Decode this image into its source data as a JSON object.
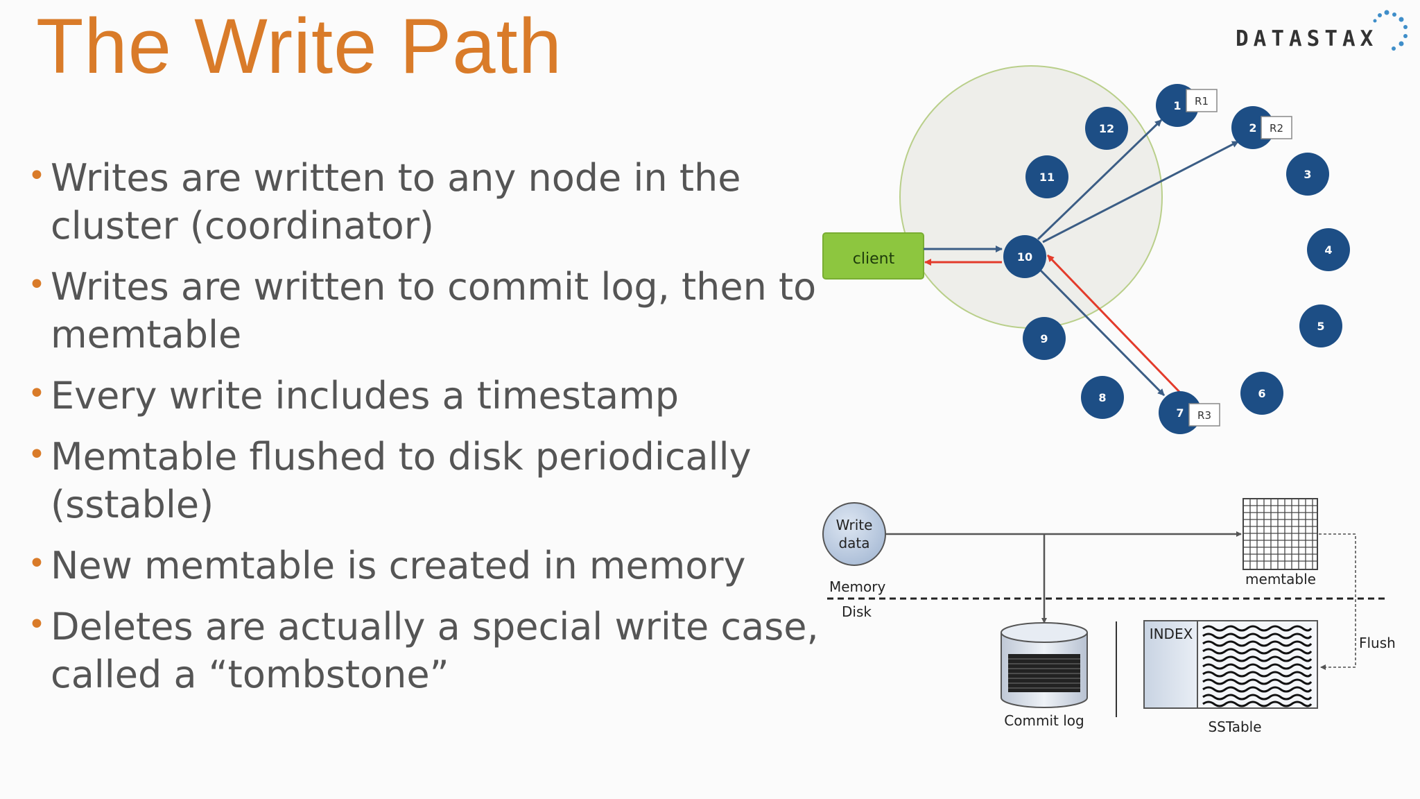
{
  "slide": {
    "title": "The Write Path",
    "bullets": [
      "Writes are written to any node in the cluster (coordinator)",
      "Writes are written to commit log, then to memtable",
      "Every write includes a timestamp",
      "Memtable flushed to disk periodically (sstable)",
      "New memtable is created in memory",
      "Deletes are actually a special write case, called a “tombstone”"
    ]
  },
  "logo": {
    "text": "DATASTAX"
  },
  "ring": {
    "client_label": "client",
    "nodes": [
      "1",
      "2",
      "3",
      "4",
      "5",
      "6",
      "7",
      "8",
      "9",
      "10",
      "11",
      "12"
    ],
    "replica_tags": {
      "r1": "R1",
      "r2": "R2",
      "r3": "R3"
    }
  },
  "write_diagram": {
    "write_data": [
      "Write",
      "data"
    ],
    "memory_label": "Memory",
    "disk_label": "Disk",
    "memtable_label": "memtable",
    "commit_log_label": "Commit log",
    "index_label": "INDEX",
    "sstable_label": "SSTable",
    "flush_label": "Flush"
  },
  "colors": {
    "accent": "#d97b29",
    "node": "#1d4e85",
    "client": "#8dc63f",
    "request_arrow": "#3b5d85",
    "response_arrow": "#e33b2b",
    "ring": "#eeeeea"
  }
}
